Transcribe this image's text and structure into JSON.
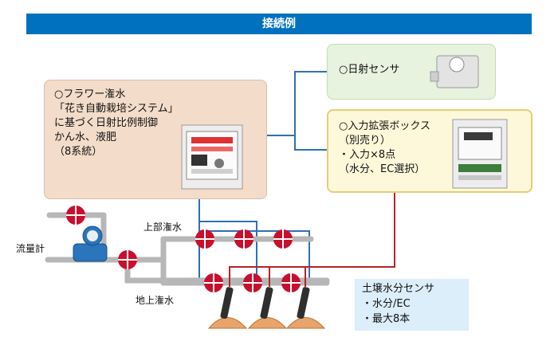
{
  "title": "接続例",
  "controller": {
    "lines": [
      "○フラワー潅水",
      "「花き自動栽培システム」",
      "に基づく日射比例制御",
      "かん水、液肥",
      "（8系統）"
    ]
  },
  "solar_sensor": {
    "label": "○日射センサ"
  },
  "expansion_box": {
    "lines": [
      "○入力拡張ボックス",
      "（別売り）",
      "・入力×8点",
      "（水分、EC選択）"
    ]
  },
  "moisture_sensor": {
    "lines": [
      "土壌水分センサ",
      "・水分/EC",
      "・最大8本"
    ]
  },
  "labels": {
    "flow_meter": "流量計",
    "overhead": "上部潅水",
    "ground": "地上潅水"
  },
  "colors": {
    "title_bar": "#0071bf",
    "blue_wire": "#2f6fb8",
    "red_wire": "#b8222a",
    "valve": "#c8102e",
    "pipe": "#b8b8b8"
  }
}
